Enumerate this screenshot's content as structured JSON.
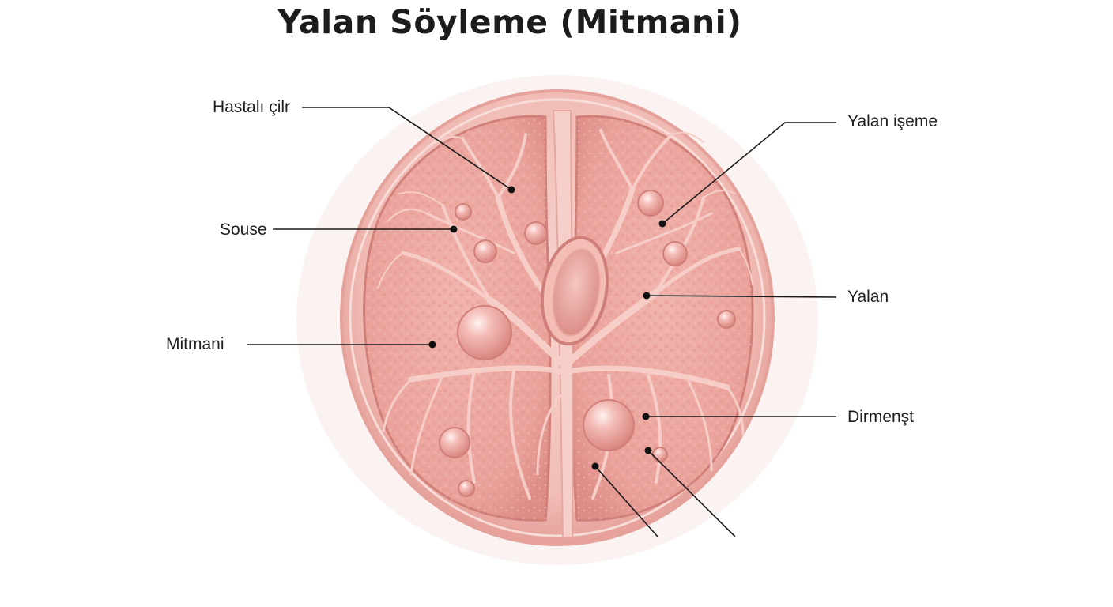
{
  "title": "Yalan Söyleme (Mitmani)",
  "labels": {
    "hastali_cilr": "Hastalı çilr",
    "souse": "Souse",
    "mitmani": "Mitmani",
    "yalan_iseme": "Yalan işeme",
    "yalan": "Yalan",
    "dirmenst": "Dirmenşt"
  },
  "colors": {
    "tissue": "#eca8a2",
    "tissue_edge": "#d98a85",
    "vessel": "#f6cdc7",
    "leader_line": "#1a1a1a"
  }
}
